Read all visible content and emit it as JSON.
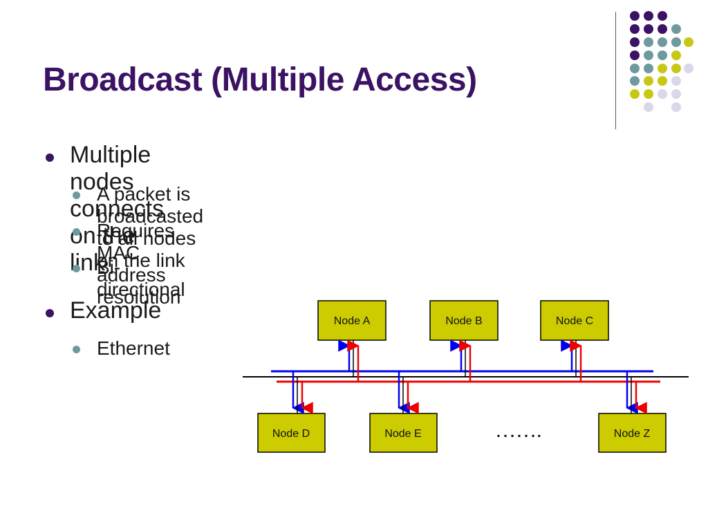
{
  "slide": {
    "title": "Broadcast (Multiple Access)"
  },
  "bullets": [
    {
      "text": "Multiple nodes connects on the link",
      "sub": [
        "A packet is broadcasted to all nodes on the link",
        "Requires MAC address resolution",
        "Bi-directional"
      ]
    },
    {
      "text": "Example",
      "sub": [
        "Ethernet"
      ]
    }
  ],
  "diagram": {
    "top_nodes": [
      "Node A",
      "Node B",
      "Node C"
    ],
    "bottom_nodes": [
      "Node D",
      "Node E",
      "Node Z"
    ],
    "ellipsis": "…….",
    "colors": {
      "node_fill": "#cccc00",
      "tx_line": "#0000ee",
      "rx_line": "#ee0000",
      "link": "#000000"
    }
  },
  "theme": {
    "title_color": "#3b1264",
    "decor_dots": [
      "#3b1264",
      "#6e9a9e",
      "#c8c814",
      "#d8d8ea"
    ]
  }
}
